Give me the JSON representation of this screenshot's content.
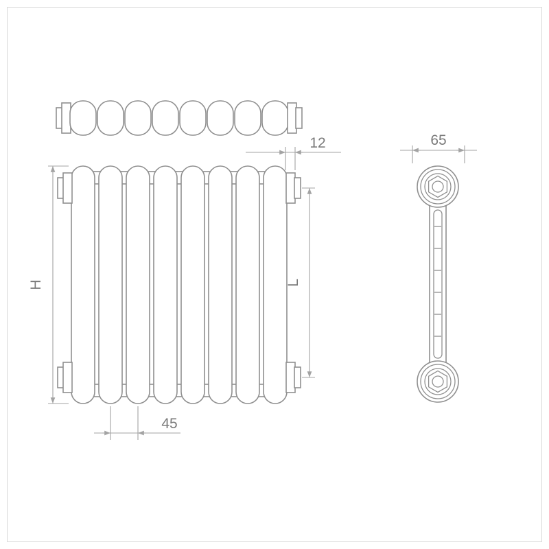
{
  "drawing": {
    "subject": "tubular column radiator - orthographic technical drawing (top, front, side views)",
    "sections": 8,
    "colors": {
      "line": "#8f8f8f",
      "dimension": "#a3a3a3",
      "text": "#7a7a7a",
      "background": "#ffffff",
      "frame": "#d9d9d9"
    },
    "labels": {
      "height": "H",
      "tapping_distance": "L",
      "top_offset": "12",
      "section_pitch": "45",
      "depth": "65"
    },
    "views": [
      {
        "id": "top",
        "name": "top view"
      },
      {
        "id": "front",
        "name": "front view"
      },
      {
        "id": "side",
        "name": "side view"
      }
    ]
  }
}
